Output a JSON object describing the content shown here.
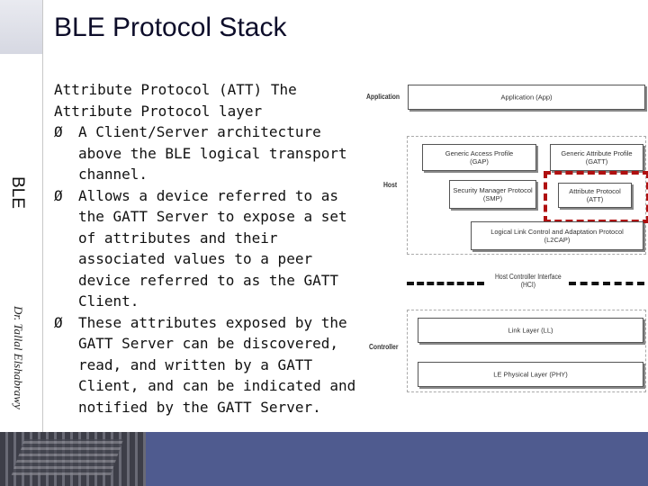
{
  "slide": {
    "title": "BLE Protocol Stack",
    "side_label": "BLE",
    "author_label": "Dr. Tallal Elshabrawy"
  },
  "content": {
    "intro": "Attribute Protocol (ATT) The Attribute Protocol layer",
    "bullet_glyph": "Ø",
    "bullets": [
      "A Client/Server architecture above the BLE logical transport channel.",
      "Allows a device referred to as the GATT Server to expose a set of attributes and their associated values to a peer device referred to as the GATT Client.",
      "These attributes exposed by the GATT Server can be discovered, read, and written by a GATT Client, and can be indicated and notified by the GATT Server."
    ]
  },
  "diagram": {
    "labels": {
      "application": "Application",
      "host": "Host",
      "controller": "Controller",
      "hci": "Host Controller Interface\n(HCI)"
    },
    "boxes": {
      "app": "Application (App)",
      "gap": "Generic Access Profile\n(GAP)",
      "gatt": "Generic Attribute Profile\n(GATT)",
      "smp": "Security Manager Protocol\n(SMP)",
      "att": "Attribute Protocol\n(ATT)",
      "l2cap": "Logical Link Control and Adaptation Protocol\n(L2CAP)",
      "ll": "Link Layer (LL)",
      "phy": "LE Physical Layer (PHY)"
    },
    "highlight_color": "#b01010"
  },
  "theme": {
    "band_color": "#4f5b8f"
  }
}
